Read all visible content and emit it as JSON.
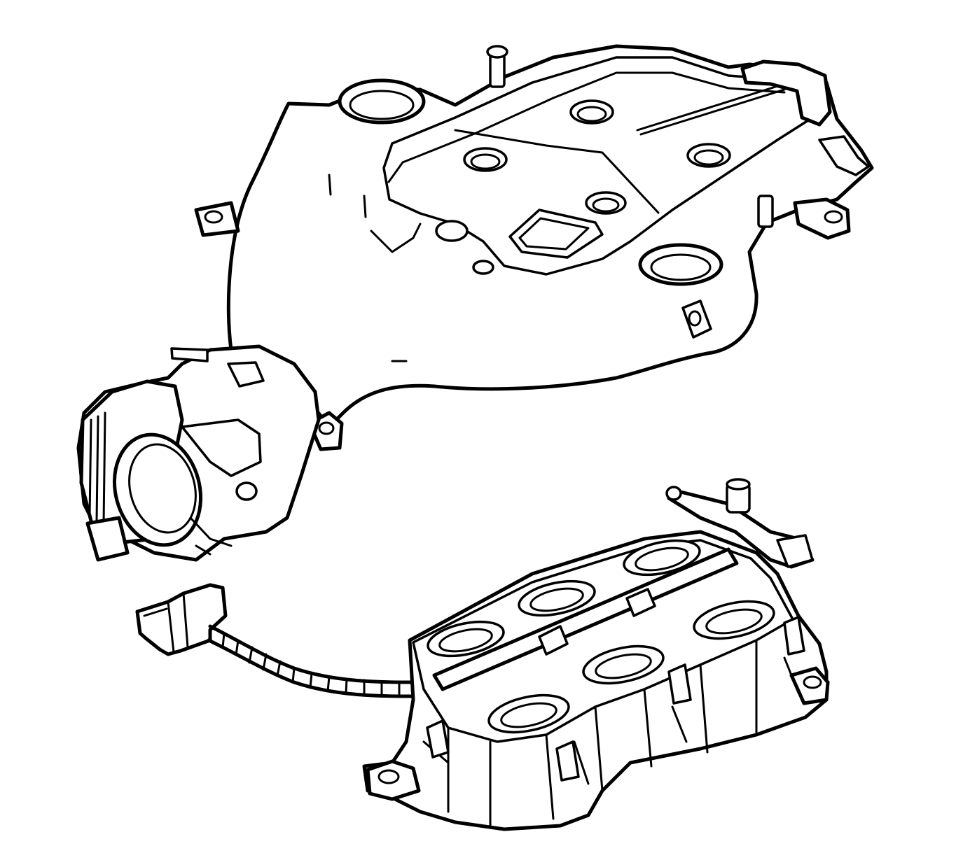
{
  "diagram": {
    "colors": {
      "ink": "#000000",
      "paper": "#ffffff"
    },
    "labels": [],
    "parts": [
      "upper-intake-manifold",
      "throttle-body",
      "lower-intake-manifold",
      "fuel-rail",
      "wiring-harness",
      "harness-connector"
    ]
  }
}
